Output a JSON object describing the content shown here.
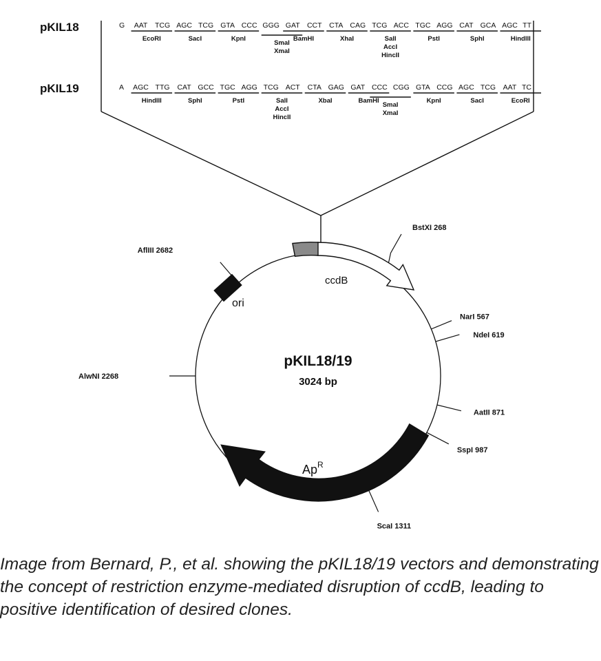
{
  "vectors": [
    {
      "name": "pKIL18",
      "codons": [
        "G",
        "AAT",
        "TCG",
        "AGC",
        "TCG",
        "GTA",
        "CCC",
        "GGG",
        "GAT",
        "CCT",
        "CTA",
        "CAG",
        "TCG",
        "ACC",
        "TGC",
        "AGG",
        "CAT",
        "GCA",
        "AGC",
        "TT"
      ],
      "sites": [
        {
          "lines": [
            "EcoRI"
          ]
        },
        {
          "lines": [
            "SacI"
          ]
        },
        {
          "lines": [
            "KpnI"
          ]
        },
        {
          "lines": [
            "SmaI",
            "XmaI"
          ]
        },
        {
          "lines": [
            "BamHI"
          ]
        },
        {
          "lines": [
            "XhaI"
          ]
        },
        {
          "lines": [
            "SalI",
            "AccI",
            "HincII"
          ]
        },
        {
          "lines": [
            "PstI"
          ]
        },
        {
          "lines": [
            "SphI"
          ]
        },
        {
          "lines": [
            "HindIII"
          ]
        }
      ]
    },
    {
      "name": "pKIL19",
      "codons": [
        "A",
        "AGC",
        "TTG",
        "CAT",
        "GCC",
        "TGC",
        "AGG",
        "TCG",
        "ACT",
        "CTA",
        "GAG",
        "GAT",
        "CCC",
        "CGG",
        "GTA",
        "CCG",
        "AGC",
        "TCG",
        "AAT",
        "TC"
      ],
      "sites": [
        {
          "lines": [
            "HindIII"
          ]
        },
        {
          "lines": [
            "SphI"
          ]
        },
        {
          "lines": [
            "PstI"
          ]
        },
        {
          "lines": [
            "SalI",
            "AccI",
            "HincII"
          ]
        },
        {
          "lines": [
            "XbaI"
          ]
        },
        {
          "lines": [
            "BamHI"
          ]
        },
        {
          "lines": [
            "SmaI",
            "XmaI"
          ]
        },
        {
          "lines": [
            "KpnI"
          ]
        },
        {
          "lines": [
            "SacI"
          ]
        },
        {
          "lines": [
            "EcoRI"
          ]
        }
      ]
    }
  ],
  "plasmid": {
    "name": "pKIL18/19",
    "size": "3024 bp",
    "total_bp": 3024,
    "features": {
      "ccdB": {
        "label": "ccdB"
      },
      "ori": {
        "label": "ori"
      },
      "apr": {
        "label": "Ap",
        "superscript": "R"
      }
    },
    "sites": [
      {
        "name": "BstXI",
        "pos": 268
      },
      {
        "name": "NarI",
        "pos": 567
      },
      {
        "name": "NdeI",
        "pos": 619
      },
      {
        "name": "AatII",
        "pos": 871
      },
      {
        "name": "SspI",
        "pos": 987
      },
      {
        "name": "ScaI",
        "pos": 1311
      },
      {
        "name": "AlwNI",
        "pos": 2268
      },
      {
        "name": "AflIII",
        "pos": 2682
      }
    ]
  },
  "caption": "Image from Bernard, P., et al. showing the pKIL18/19 vectors and demonstrating the concept of restriction enzyme-mediated disruption of ccdB, leading to positive identification of desired clones."
}
